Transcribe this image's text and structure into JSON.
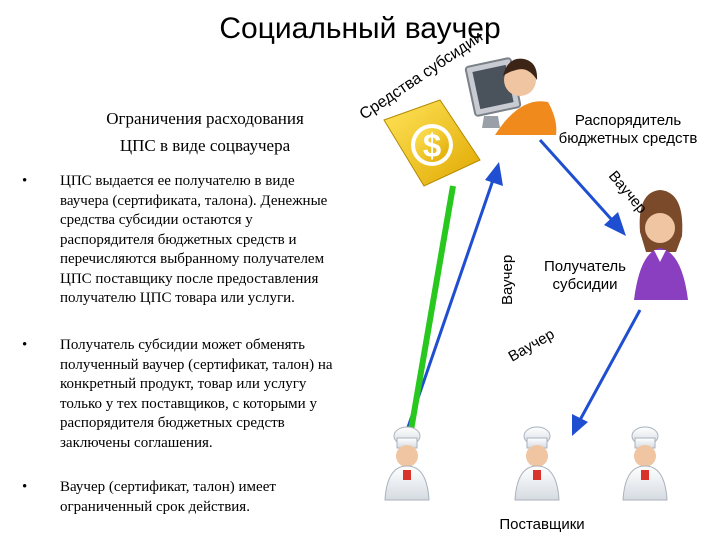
{
  "title": "Социальный ваучер",
  "subtitle": {
    "line1": "Ограничения расходования",
    "line2": "ЦПС в виде соцваучера"
  },
  "bullets": [
    "ЦПС выдается ее получателю в виде ваучера (сертификата, талона). Денежные средства субсидии остаются у распорядителя бюджетных средств и перечисляются выбранному получателем ЦПС поставщику после предоставления получателю ЦПС товара или услуги.",
    "Получатель субсидии может обменять полученный ваучер (сертификат, талон) на конкретный продукт, товар или услугу только у тех поставщиков, с которыми у распорядителя бюджетных средств заключены соглашения.",
    "Ваучер (сертификат, талон) имеет ограниченный срок действия."
  ],
  "diagram": {
    "coin_symbol": "$",
    "funds_label": "Средства субсидии",
    "distributor": {
      "line1": "Распорядитель",
      "line2": "бюджетных средств"
    },
    "recipient": {
      "line1": "Получатель",
      "line2": "субсидии"
    },
    "voucher_label": "Ваучер",
    "suppliers_label": "Поставщики"
  },
  "colors": {
    "blue_arrow": "#1f4fd0",
    "green_arrow": "#28c81e",
    "coin": "#f2c400",
    "monitor": "#7a8088",
    "skin": "#f0c5a2",
    "hair_dark": "#3c2416",
    "hair_brown": "#7a4a2a",
    "shirt_orange": "#f08a1c",
    "shirt_purple": "#8a3fc0",
    "chef_white": "#f4f6f8"
  }
}
